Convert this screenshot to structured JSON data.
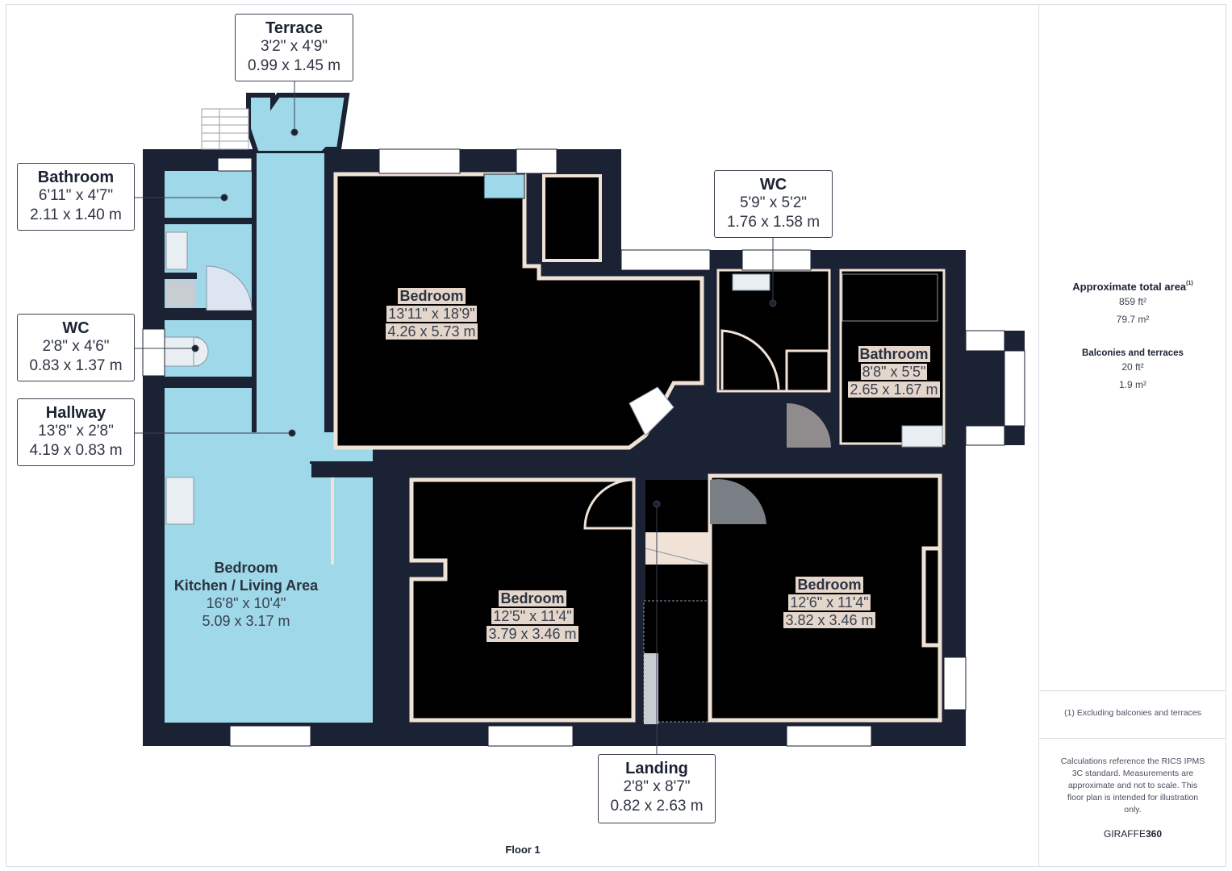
{
  "callouts": {
    "terrace": {
      "name": "Terrace",
      "imperial": "3'2\" x 4'9\"",
      "metric": "0.99 x 1.45 m"
    },
    "bathroom_left": {
      "name": "Bathroom",
      "imperial": "6'11\" x 4'7\"",
      "metric": "2.11 x 1.40 m"
    },
    "wc_left": {
      "name": "WC",
      "imperial": "2'8\" x 4'6\"",
      "metric": "0.83 x 1.37 m"
    },
    "hallway": {
      "name": "Hallway",
      "imperial": "13'8\" x 2'8\"",
      "metric": "4.19 x 0.83 m"
    },
    "wc_right": {
      "name": "WC",
      "imperial": "5'9\" x 5'2\"",
      "metric": "1.76 x 1.58 m"
    },
    "landing": {
      "name": "Landing",
      "imperial": "2'8\" x 8'7\"",
      "metric": "0.82 x 2.63 m"
    }
  },
  "rooms": {
    "bedroom_top": {
      "name": "Bedroom",
      "imperial": "13'11\" x 18'9\"",
      "metric": "4.26 x 5.73 m"
    },
    "kitchen": {
      "name1": "Bedroom",
      "name2": "Kitchen / Living Area",
      "imperial": "16'8\" x 10'4\"",
      "metric": "5.09 x 3.17 m"
    },
    "bedroom_mid": {
      "name": "Bedroom",
      "imperial": "12'5\" x 11'4\"",
      "metric": "3.79 x 3.46 m"
    },
    "bedroom_right": {
      "name": "Bedroom",
      "imperial": "12'6\" x 11'4\"",
      "metric": "3.82 x 3.46 m"
    },
    "bathroom_right": {
      "name": "Bathroom",
      "imperial": "8'8\" x 5'5\"",
      "metric": "2.65 x 1.67 m"
    }
  },
  "floor_label": "Floor 1",
  "summary": {
    "total_area_label": "Approximate total area",
    "total_area_note_mark": "(1)",
    "total_ft": "859 ft²",
    "total_m": "79.7 m²",
    "balconies_label": "Balconies and terraces",
    "balconies_ft": "20 ft²",
    "balconies_m": "1.9 m²",
    "footnote": "(1) Excluding balconies and terraces",
    "disclaimer": "Calculations reference the RICS IPMS 3C standard. Measurements are approximate and not to scale. This floor plan is intended for illustration only.",
    "brand_a": "GIRAFFE",
    "brand_b": "360"
  },
  "colors": {
    "wall": "#1b2233",
    "light_room": "#9fd8e8",
    "trim": "#f0e2d6"
  }
}
